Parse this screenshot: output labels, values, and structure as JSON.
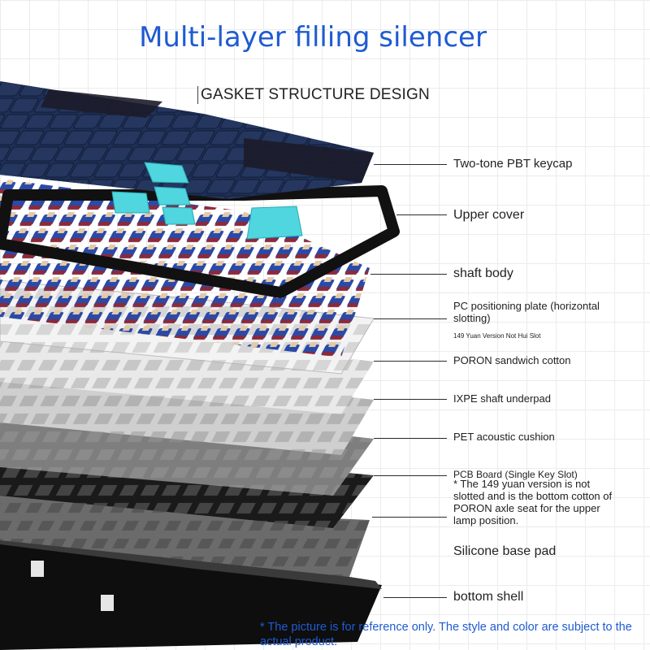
{
  "header": {
    "title": "Multi-layer filling silencer",
    "subtitle": "GASKET STRUCTURE DESIGN"
  },
  "layers": [
    {
      "label": "Two-tone PBT keycap"
    },
    {
      "label": "Upper cover"
    },
    {
      "label": "shaft body"
    },
    {
      "label": "PC positioning plate (horizontal slotting)",
      "note": "149 Yuan Version Not Hui Slot"
    },
    {
      "label": "PORON sandwich cotton"
    },
    {
      "label": "IXPE shaft underpad"
    },
    {
      "label": "PET acoustic cushion"
    },
    {
      "label": "PCB Board (Single Key Slot)",
      "note": "* The 149 yuan version is not slotted and is the bottom cotton of PORON axle seat for the upper lamp position."
    },
    {
      "label": "Silicone base pad"
    },
    {
      "label": "bottom shell"
    }
  ],
  "footnote": "* The picture is for reference only. The style and color are subject to the actual product.",
  "colors": {
    "title": "#1f5bd1",
    "footnote": "#1f5bd1",
    "keycap_navy": "#1e2f55",
    "keycap_dark": "#1c1c2a",
    "keycap_cyan": "#4fd6df",
    "upper_cover": "#151515",
    "switch_blue": "#2746a8",
    "switch_red": "#7a2a3a"
  }
}
